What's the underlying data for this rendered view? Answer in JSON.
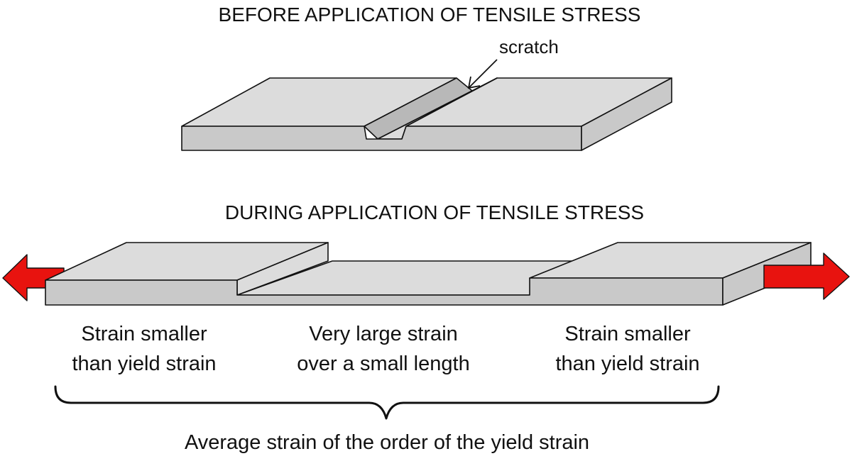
{
  "titles": {
    "before": "BEFORE APPLICATION OF TENSILE STRESS",
    "during": "DURING APPLICATION OF TENSILE STRESS"
  },
  "annotations": {
    "scratch": "scratch"
  },
  "regions": {
    "left": [
      "Strain smaller",
      "than yield strain"
    ],
    "middle": [
      "Very large strain",
      "over a small length"
    ],
    "right": [
      "Strain smaller",
      "than yield strain"
    ]
  },
  "summary": "Average strain of the order of the yield strain",
  "colors": {
    "arrow": "#e8130f",
    "plate_top": "#dcdcdc",
    "plate_front": "#c9c9c9",
    "outline": "#111111"
  },
  "icons": {
    "left_arrow": "red-arrow-left-icon",
    "right_arrow": "red-arrow-right-icon"
  }
}
